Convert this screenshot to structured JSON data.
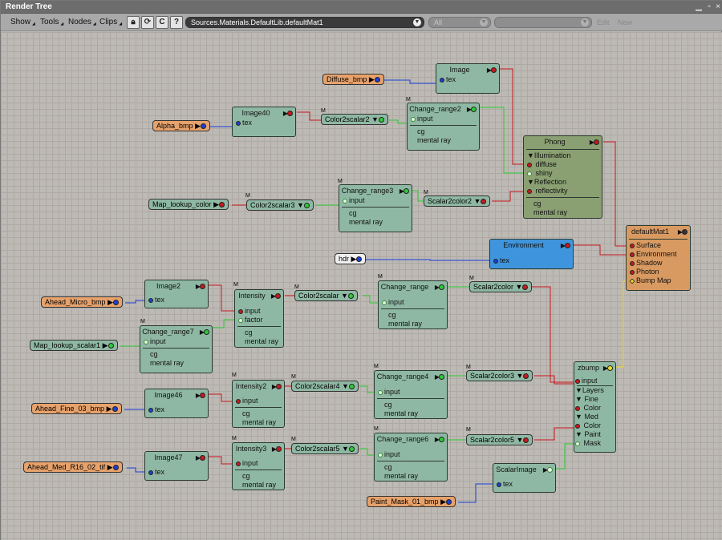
{
  "window": {
    "title": "Render Tree"
  },
  "toolbar": {
    "menus": [
      "Show",
      "Tools",
      "Nodes",
      "Clips"
    ],
    "path": "Sources.Materials.DefaultLib.defaultMat1",
    "filter": "All",
    "edit_label": "Edit",
    "new_label": "New"
  },
  "nodes": {
    "image": {
      "title": "Image",
      "inputs": [
        "tex"
      ]
    },
    "image40": {
      "title": "Image40",
      "inputs": [
        "tex"
      ]
    },
    "change_range2": {
      "title": "Change_range2",
      "inputs": [
        "input"
      ],
      "footer": [
        "cg",
        "mental ray"
      ]
    },
    "phong": {
      "title": "Phong",
      "params": [
        "Illumination",
        "diffuse",
        "shiny",
        "Reflection",
        "reflectivity"
      ],
      "footer": [
        "cg",
        "mental ray"
      ]
    },
    "change_range3": {
      "title": "Change_range3",
      "inputs": [
        "input"
      ],
      "footer": [
        "cg",
        "mental ray"
      ]
    },
    "environment": {
      "title": "Environment",
      "inputs": [
        "tex"
      ]
    },
    "defaultmat1": {
      "title": "defaultMat1",
      "inputs": [
        "Surface",
        "Environment",
        "Shadow",
        "Photon",
        "Bump Map"
      ]
    },
    "image2": {
      "title": "Image2",
      "inputs": [
        "tex"
      ]
    },
    "intensity": {
      "title": "Intensity",
      "inputs": [
        "input",
        "factor"
      ],
      "footer": [
        "cg",
        "mental ray"
      ]
    },
    "change_range": {
      "title": "Change_range",
      "inputs": [
        "input"
      ],
      "footer": [
        "cg",
        "mental ray"
      ]
    },
    "change_range7": {
      "title": "Change_range7",
      "inputs": [
        "input"
      ],
      "footer": [
        "cg",
        "mental ray"
      ]
    },
    "zbump": {
      "title": "zbump",
      "params": [
        "input",
        "Layers",
        "Fine",
        "Color",
        "Med",
        "Color",
        "Paint",
        "Mask"
      ]
    },
    "intensity2": {
      "title": "Intensity2",
      "inputs": [
        "input"
      ],
      "footer": [
        "cg",
        "mental ray"
      ]
    },
    "change_range4": {
      "title": "Change_range4",
      "inputs": [
        "input"
      ],
      "footer": [
        "cg",
        "mental ray"
      ]
    },
    "image46": {
      "title": "Image46",
      "inputs": [
        "tex"
      ]
    },
    "intensity3": {
      "title": "Intensity3",
      "inputs": [
        "input"
      ],
      "footer": [
        "cg",
        "mental ray"
      ]
    },
    "change_range6": {
      "title": "Change_range6",
      "inputs": [
        "input"
      ],
      "footer": [
        "cg",
        "mental ray"
      ]
    },
    "image47": {
      "title": "Image47",
      "inputs": [
        "tex"
      ]
    },
    "scalarimage": {
      "title": "ScalarImage",
      "inputs": [
        "tex"
      ]
    }
  },
  "pills": {
    "color2scalar2": "Color2scalar2",
    "color2scalar3": "Color2scalar3",
    "scalar2color2": "Scalar2color2",
    "color2scalar": "Color2scalar",
    "scalar2color": "Scalar2color",
    "color2scalar4": "Color2scalar4",
    "scalar2color3": "Scalar2color3",
    "color2scalar5": "Color2scalar5",
    "scalar2color5": "Scalar2color5"
  },
  "sources": {
    "diffuse_bmp": "Diffuse_bmp",
    "alpha_bmp": "Alpha_bmp",
    "map_lookup_color": "Map_lookup_color",
    "hdr": "hdr",
    "ahead_micro_bmp": "Ahead_Micro_bmp",
    "map_lookup_scalar1": "Map_lookup_scalar1",
    "ahead_fine_03_bmp": "Ahead_Fine_03_bmp",
    "ahead_med_r16_02_tif": "Ahead_Med_R16_02_tif",
    "paint_mask_01_bmp": "Paint_Mask_01_bmp"
  },
  "m_marker": "M",
  "colors": {
    "color_wire": "#c8181e",
    "scalar_wire": "#2ccc34",
    "image_wire": "#1a3fd9",
    "bump_wire": "#ece023"
  }
}
